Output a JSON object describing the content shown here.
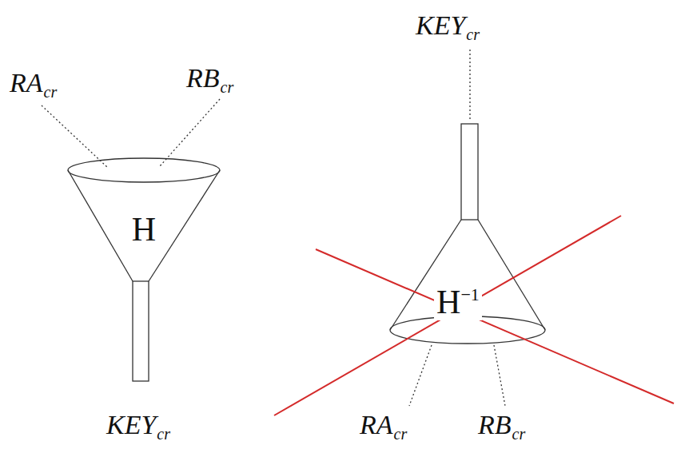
{
  "diagram": {
    "nodes": [
      {
        "text": [
          "H"
        ]
      },
      {
        "text": [
          "H",
          "−1"
        ]
      }
    ],
    "labels": [
      "RA",
      "cr",
      "RB",
      "cr",
      "KEY",
      "cr",
      "KEY",
      "cr",
      "RA",
      "cr",
      "RB",
      "cr"
    ]
  }
}
